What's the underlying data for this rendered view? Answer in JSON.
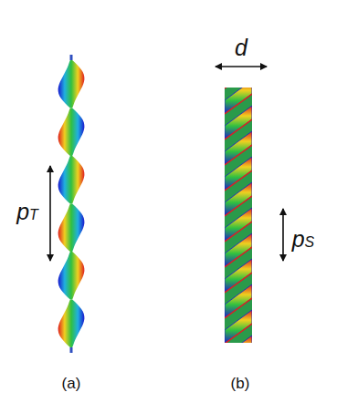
{
  "diagram": {
    "labels": [
      "pT",
      "d",
      "pS",
      "(a)",
      "(b)"
    ]
  }
}
